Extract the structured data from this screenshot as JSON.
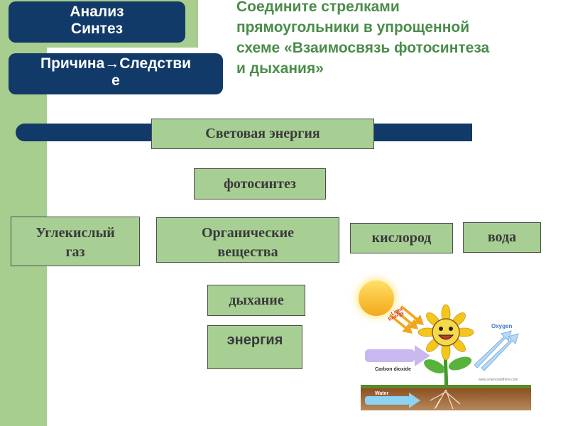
{
  "tags": {
    "analysis_line1": "Анализ",
    "analysis_line2": "Синтез",
    "cause_line1": "Причина→Следстви",
    "cause_line2": "е"
  },
  "title": {
    "line1": "Соедините стрелками",
    "line2": "прямоугольники в упрощенной",
    "line3": "схеме «Взаимосвязь фотосинтеза",
    "line4": "и дыхания»"
  },
  "boxes": {
    "light_energy": "Световая энергия",
    "photosynthesis": "фотосинтез",
    "co2_line1": "Углекислый",
    "co2_line2": "газ",
    "organic_line1": "Органические",
    "organic_line2": "вещества",
    "oxygen": "кислород",
    "water": "вода",
    "respiration": "дыхание",
    "energy": "энергия"
  },
  "illustration": {
    "light_energy_label_1": "Light",
    "light_energy_label_2": "Energy",
    "oxygen_label": "Oxygen",
    "co2_label": "Carbon dioxide",
    "water_label": "Water",
    "credit": "www.sciencewithme.com"
  },
  "colors": {
    "green_background": "#a7cd8f",
    "box_fill": "#a7cf94",
    "navy": "#123a68",
    "title_green": "#4a8c4a"
  }
}
